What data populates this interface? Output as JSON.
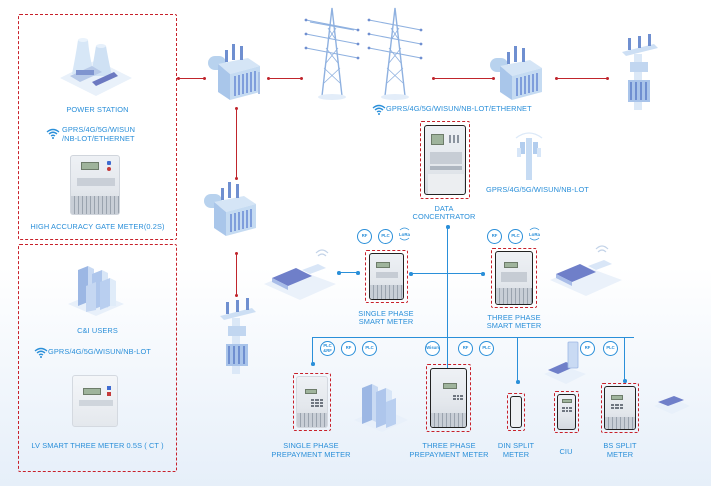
{
  "colors": {
    "label_blue": "#2a8fd9",
    "connector_red": "#c0252c",
    "dashed_border_red": "#c8202a",
    "equipment_blue": "#9cc3ea"
  },
  "left_panel": {
    "top_group": {
      "title": "POWER STATION",
      "comm_line1": "GPRS/4G/5G/WISUN",
      "comm_line2": "/NB-LOT/ETHERNET",
      "meter_label": "HIGH ACCURACY GATE METER(0.2S)",
      "icons": [
        "power-plant-icon",
        "wifi-icon",
        "gate-meter-image"
      ]
    },
    "bottom_group": {
      "title": "C&I USERS",
      "comm": "GPRS/4G/5G/WISUN/NB-LOT",
      "meter_label": "LV SMART THREE METER 0.5S ( CT )",
      "icons": [
        "city-buildings-icon",
        "wifi-icon",
        "lv-meter-image"
      ]
    }
  },
  "top_row": {
    "equipment": [
      "step-up-transformer-icon",
      "transmission-tower-icon",
      "transmission-tower-icon",
      "substation-transformer-icon",
      "pole-transformer-icon"
    ],
    "comm_label": "GPRS/4G/5G/WISUN/NB-LOT/ETHERNET"
  },
  "concentrator": {
    "label_line1": "DATA",
    "label_line2": "CONCENTRATOR"
  },
  "cell_tower": {
    "label": "GPRS/4G/5G/WISUN/NB-LOT"
  },
  "left_chain": {
    "equipment": [
      "distribution-transformer-icon",
      "pole-transformer-icon"
    ]
  },
  "smart_meters": [
    {
      "label_line1": "SINGLE PHASE",
      "label_line2": "SMART METER",
      "badges": [
        "RF",
        "PLC",
        "LoRa"
      ]
    },
    {
      "label_line1": "THREE PHASE",
      "label_line2": "SMART METER",
      "badges": [
        "RF",
        "PLC",
        "LoRa"
      ]
    }
  ],
  "prepayment_meters": [
    {
      "label_line1": "SINGLE PHASE",
      "label_line2": "PREPAYMENT METER",
      "badges": [
        "PLC &RF",
        "RF",
        "PLC"
      ]
    },
    {
      "label_line1": "THREE PHASE",
      "label_line2": "PREPAYMENT METER",
      "badges": [
        "Wisun",
        "RF",
        "PLC"
      ]
    }
  ],
  "split_meters": [
    {
      "label_line1": "DIN SPLIT",
      "label_line2": "METER"
    },
    {
      "label_line1": "CIU",
      "label_line2": ""
    },
    {
      "label_line1": "BS SPLIT",
      "label_line2": "METER",
      "badges": [
        "RF",
        "PLC"
      ]
    }
  ]
}
